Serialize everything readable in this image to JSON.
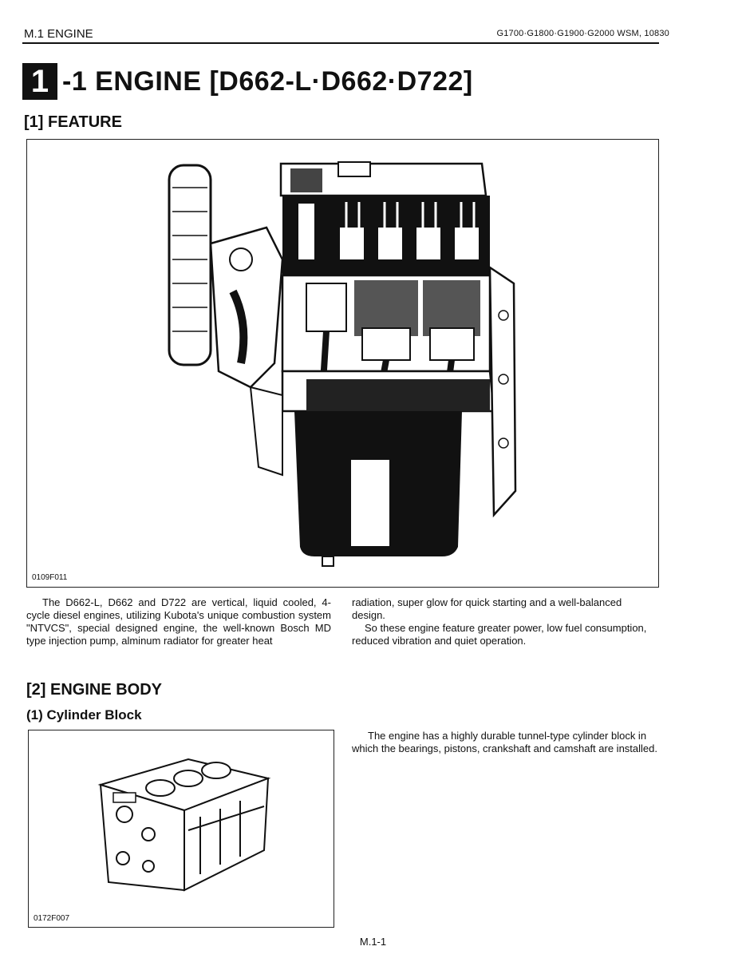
{
  "header": {
    "left": "M.1 ENGINE",
    "right": "G1700·G1800·G1900·G2000  WSM, 10830"
  },
  "title": {
    "number": "1",
    "text": "-1 ENGINE [D662-L·D662·D722]"
  },
  "feature": {
    "heading": "[1] FEATURE",
    "figure_code": "0109F011",
    "para_left": "The D662-L, D662 and D722 are vertical, liquid cooled, 4-cycle diesel engines, utilizing Kubota's unique combustion system \"NTVCS\", special designed engine, the well-known Bosch MD type injection pump, alminum radiator for greater heat",
    "para_right_1": "radiation, super glow for quick starting and a well-balanced design.",
    "para_right_2": "So these engine feature greater power, low fuel consumption, reduced vibration and quiet operation."
  },
  "engine_body": {
    "heading": "[2] ENGINE BODY",
    "subheading": "(1) Cylinder Block",
    "figure_code": "0172F007",
    "text": "The engine has a highly durable tunnel-type cylinder block in which the bearings, pistons, crankshaft and camshaft are installed."
  },
  "page_number": "M.1-1"
}
